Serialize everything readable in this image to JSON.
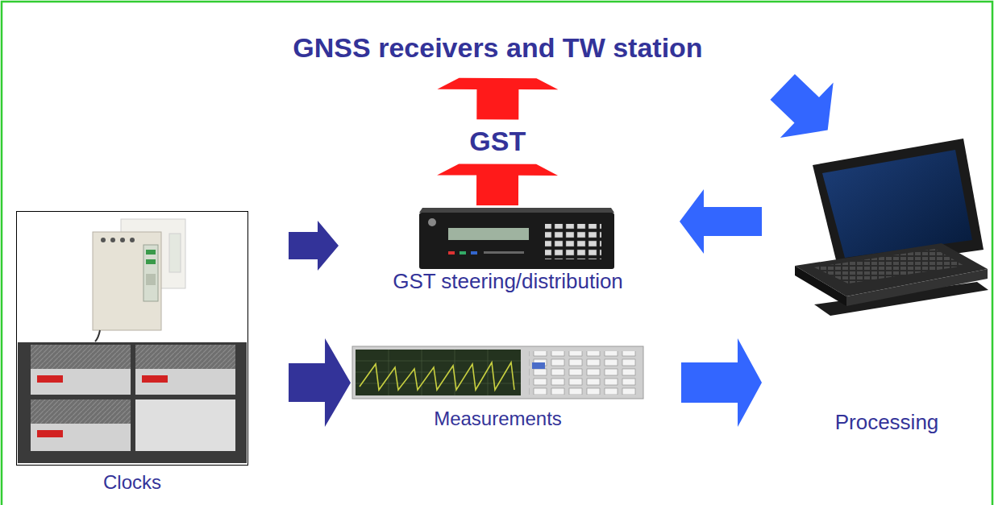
{
  "diagram": {
    "nodes": [
      {
        "text": [
          "GNSS receivers and TW station"
        ]
      },
      {
        "text": [
          "Clocks"
        ]
      },
      {
        "text": [
          "GST steering/distribution"
        ]
      },
      {
        "text": [
          "Measurements"
        ]
      },
      {
        "text": [
          "Processing"
        ]
      }
    ],
    "edges": [
      {
        "from": 1,
        "to": 2,
        "arrow": "to"
      },
      {
        "from": 1,
        "to": 3,
        "arrow": "to"
      },
      {
        "from": 3,
        "to": 4,
        "arrow": "to"
      },
      {
        "from": 4,
        "to": 2,
        "arrow": "to"
      },
      {
        "from": 2,
        "to": 0,
        "arrow": "to",
        "label": "GST"
      },
      {
        "from": 0,
        "to": 4,
        "arrow": "to"
      }
    ]
  }
}
